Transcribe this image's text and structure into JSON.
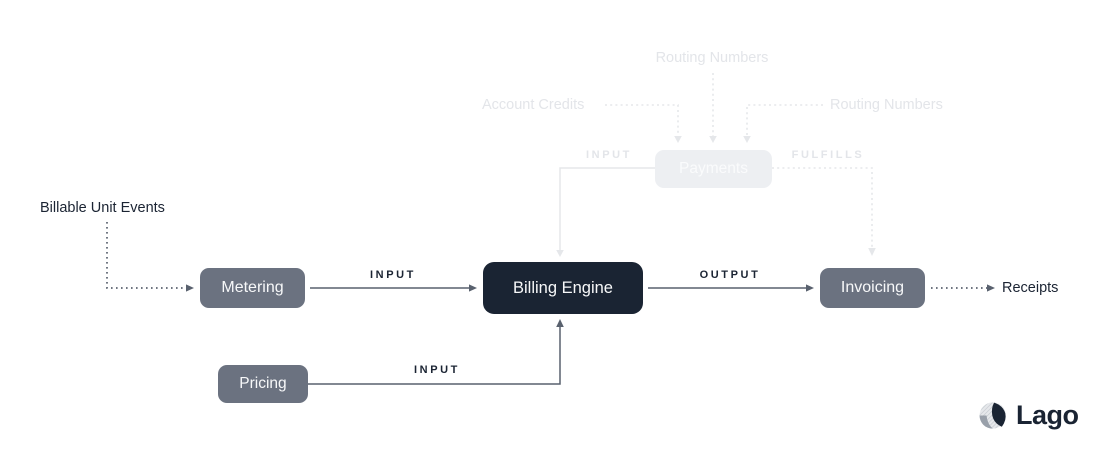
{
  "colors": {
    "bg": "#ffffff",
    "ink": "#1b2433",
    "node-gray": "#6b7280",
    "node-dark": "#1a2433",
    "node-text": "#f7f8f9",
    "faded": "#e5e7ea",
    "faded-fill": "#edeff2",
    "faded-text": "#e3e5e9",
    "faded-node-text": "#fafbfc",
    "arrow": "#59616e"
  },
  "nodes": {
    "metering": {
      "label": "Metering"
    },
    "pricing": {
      "label": "Pricing"
    },
    "billing_engine": {
      "label": "Billing Engine"
    },
    "invoicing": {
      "label": "Invoicing"
    },
    "payments": {
      "label": "Payments",
      "state": "faded"
    }
  },
  "edge_labels": {
    "metering_input": "INPUT",
    "pricing_input": "INPUT",
    "output": "OUTPUT",
    "payments_input": "INPUT",
    "fulfills": "FULFILLS"
  },
  "annotations": {
    "billable_unit_events": "Billable Unit Events",
    "receipts": "Receipts",
    "account_credits": "Account Credits",
    "routing_numbers_top": "Routing Numbers",
    "routing_numbers_right": "Routing Numbers"
  },
  "edges": [
    {
      "from": "Billable Unit Events",
      "to": "Metering",
      "style": "dotted"
    },
    {
      "from": "Metering",
      "to": "Billing Engine",
      "label": "INPUT",
      "style": "solid"
    },
    {
      "from": "Pricing",
      "to": "Billing Engine",
      "label": "INPUT",
      "style": "solid"
    },
    {
      "from": "Billing Engine",
      "to": "Invoicing",
      "label": "OUTPUT",
      "style": "solid"
    },
    {
      "from": "Invoicing",
      "to": "Receipts",
      "style": "dotted"
    },
    {
      "from": "Payments",
      "to": "Billing Engine",
      "label": "INPUT",
      "style": "solid-faded"
    },
    {
      "from": "Payments",
      "to": "Invoicing",
      "label": "FULFILLS",
      "style": "dotted-faded"
    },
    {
      "from": "Account Credits",
      "to": "Payments",
      "style": "dotted-faded"
    },
    {
      "from": "Routing Numbers (top)",
      "to": "Payments",
      "style": "dotted-faded"
    },
    {
      "from": "Routing Numbers (right)",
      "to": "Payments",
      "style": "dotted-faded"
    }
  ],
  "logo": {
    "text": "Lago"
  }
}
